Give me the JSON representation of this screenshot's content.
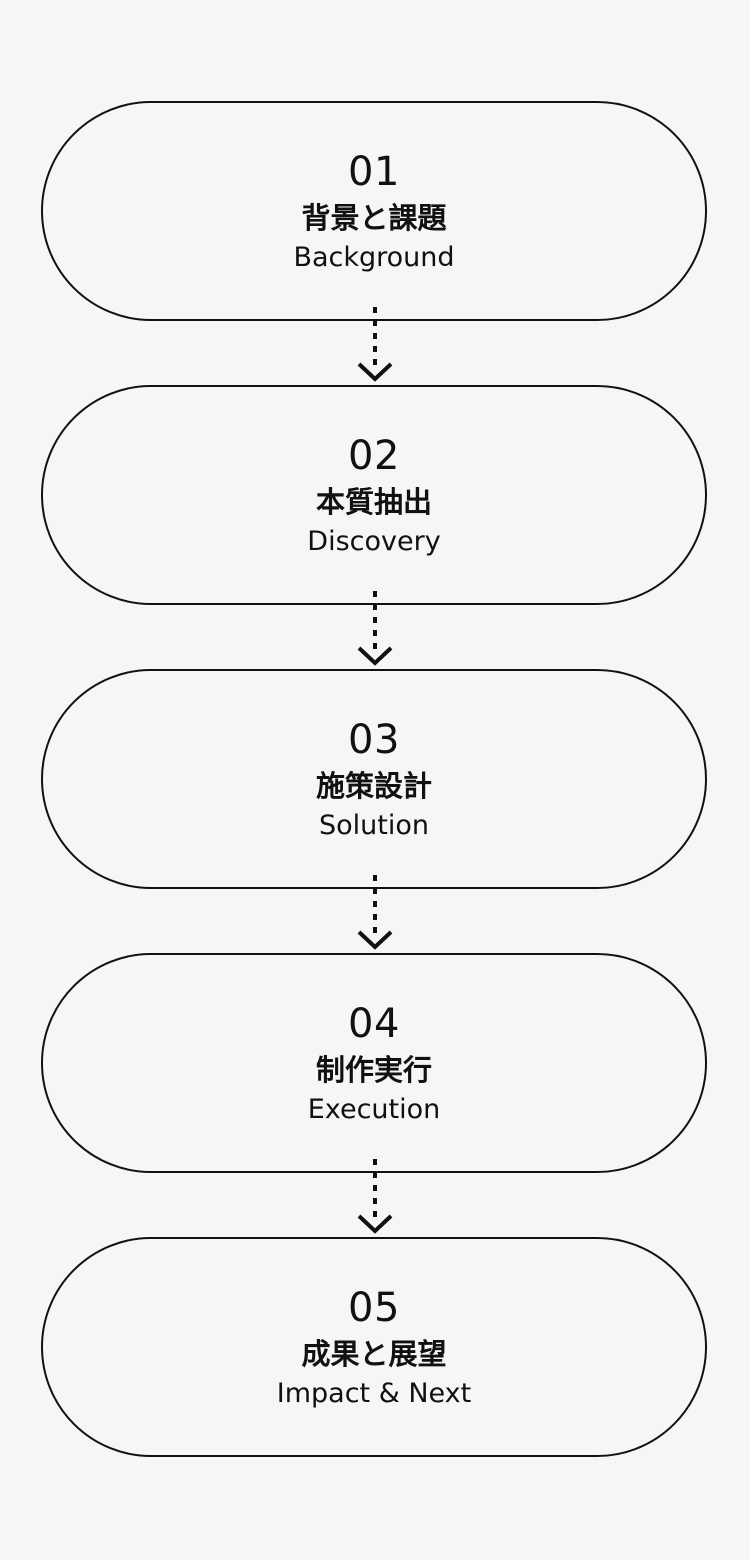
{
  "steps": [
    {
      "number": "01",
      "title_ja": "背景と課題",
      "title_en": "Background"
    },
    {
      "number": "02",
      "title_ja": "本質抽出",
      "title_en": "Discovery"
    },
    {
      "number": "03",
      "title_ja": "施策設計",
      "title_en": "Solution"
    },
    {
      "number": "04",
      "title_ja": "制作実行",
      "title_en": "Execution"
    },
    {
      "number": "05",
      "title_ja": "成果と展望",
      "title_en": "Impact & Next"
    }
  ],
  "colors": {
    "background": "#f5f6f5",
    "stroke": "#111111",
    "text": "#111111"
  },
  "icons": {
    "connector": "dotted-down-arrow-icon"
  }
}
